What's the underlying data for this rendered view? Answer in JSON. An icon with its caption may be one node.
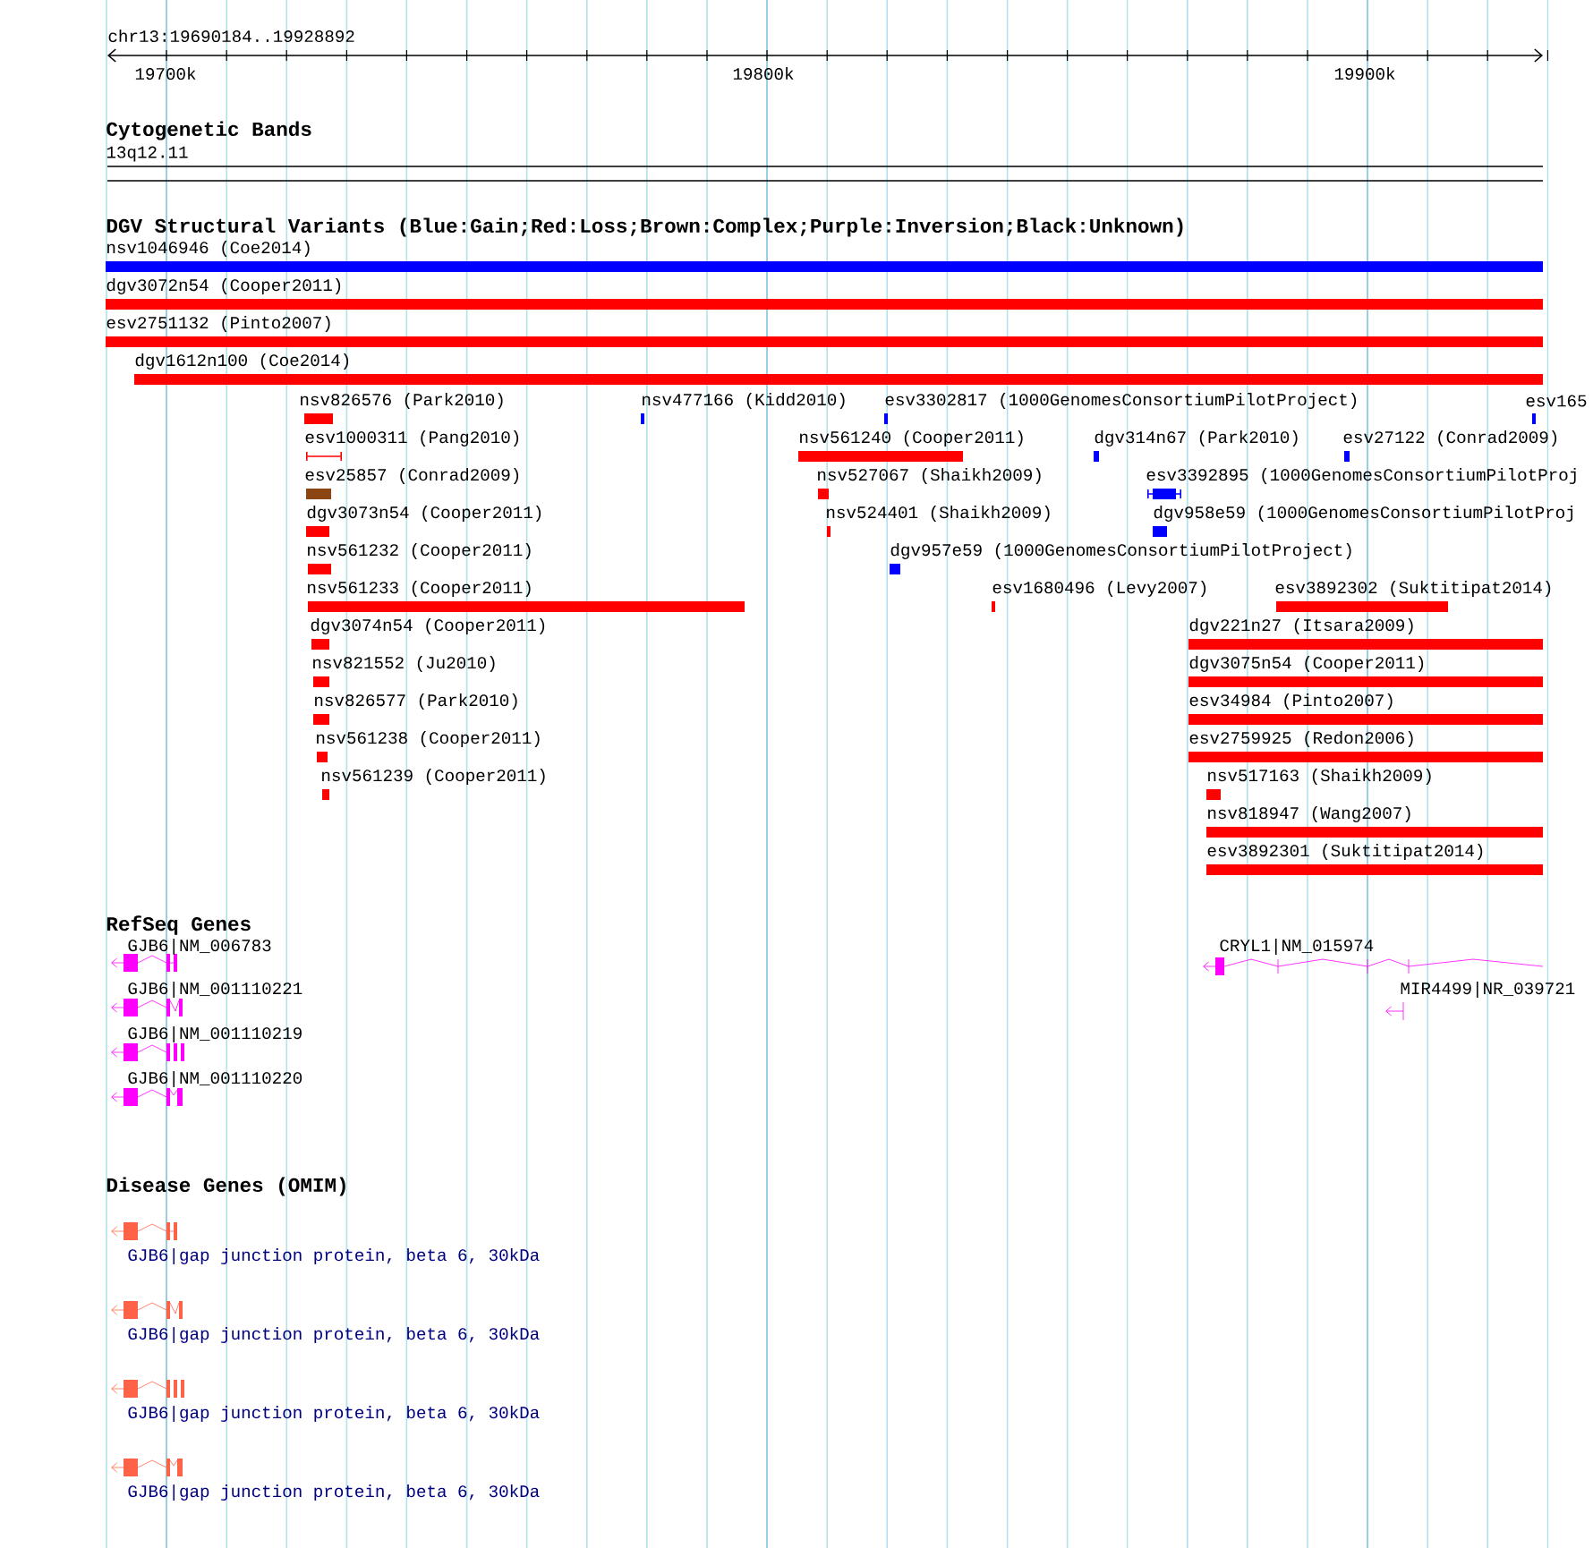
{
  "diagram": {
    "labels": [
      "chr13:19690184..19928892",
      "19700k",
      "19800k",
      "19900k",
      "Cytogenetic Bands",
      "13q12.11",
      "DGV Structural Variants (Blue:Gain;Red:Loss;Brown:Complex;Purple:Inversion;Black:Unknown)",
      "nsv1046946 (Coe2014)",
      "dgv3072n54 (Cooper2011)",
      "esv2751132 (Pinto2007)",
      "dgv1612n100 (Coe2014)",
      "nsv826576 (Park2010)",
      "nsv477166 (Kidd2010)",
      "esv3302817 (1000GenomesConsortiumPilotProject)",
      "esv165",
      "esv1000311 (Pang2010)",
      "nsv561240 (Cooper2011)",
      "dgv314n67 (Park2010)",
      "esv27122 (Conrad2009)",
      "esv25857 (Conrad2009)",
      "nsv527067 (Shaikh2009)",
      "esv3392895 (1000GenomesConsortiumPilotProj",
      "dgv3073n54 (Cooper2011)",
      "nsv524401 (Shaikh2009)",
      "dgv958e59 (1000GenomesConsortiumPilotProj",
      "nsv561232 (Cooper2011)",
      "dgv957e59 (1000GenomesConsortiumPilotProject)",
      "nsv561233 (Cooper2011)",
      "esv1680496 (Levy2007)",
      "esv3892302 (Suktitipat2014)",
      "dgv3074n54 (Cooper2011)",
      "dgv221n27 (Itsara2009)",
      "nsv821552 (Ju2010)",
      "dgv3075n54 (Cooper2011)",
      "nsv826577 (Park2010)",
      "esv34984 (Pinto2007)",
      "nsv561238 (Cooper2011)",
      "esv2759925 (Redon2006)",
      "nsv561239 (Cooper2011)",
      "nsv517163 (Shaikh2009)",
      "nsv818947 (Wang2007)",
      "esv3892301 (Suktitipat2014)",
      "RefSeq Genes",
      "GJB6|NM_006783",
      "CRYL1|NM_015974",
      "GJB6|NM_001110221",
      "MIR4499|NR_039721",
      "GJB6|NM_001110219",
      "GJB6|NM_001110220",
      "Disease Genes (OMIM)",
      "GJB6|gap junction protein, beta 6, 30kDa",
      "GJB6|gap junction protein, beta 6, 30kDa",
      "GJB6|gap junction protein, beta 6, 30kDa",
      "GJB6|gap junction protein, beta 6, 30kDa"
    ]
  }
}
